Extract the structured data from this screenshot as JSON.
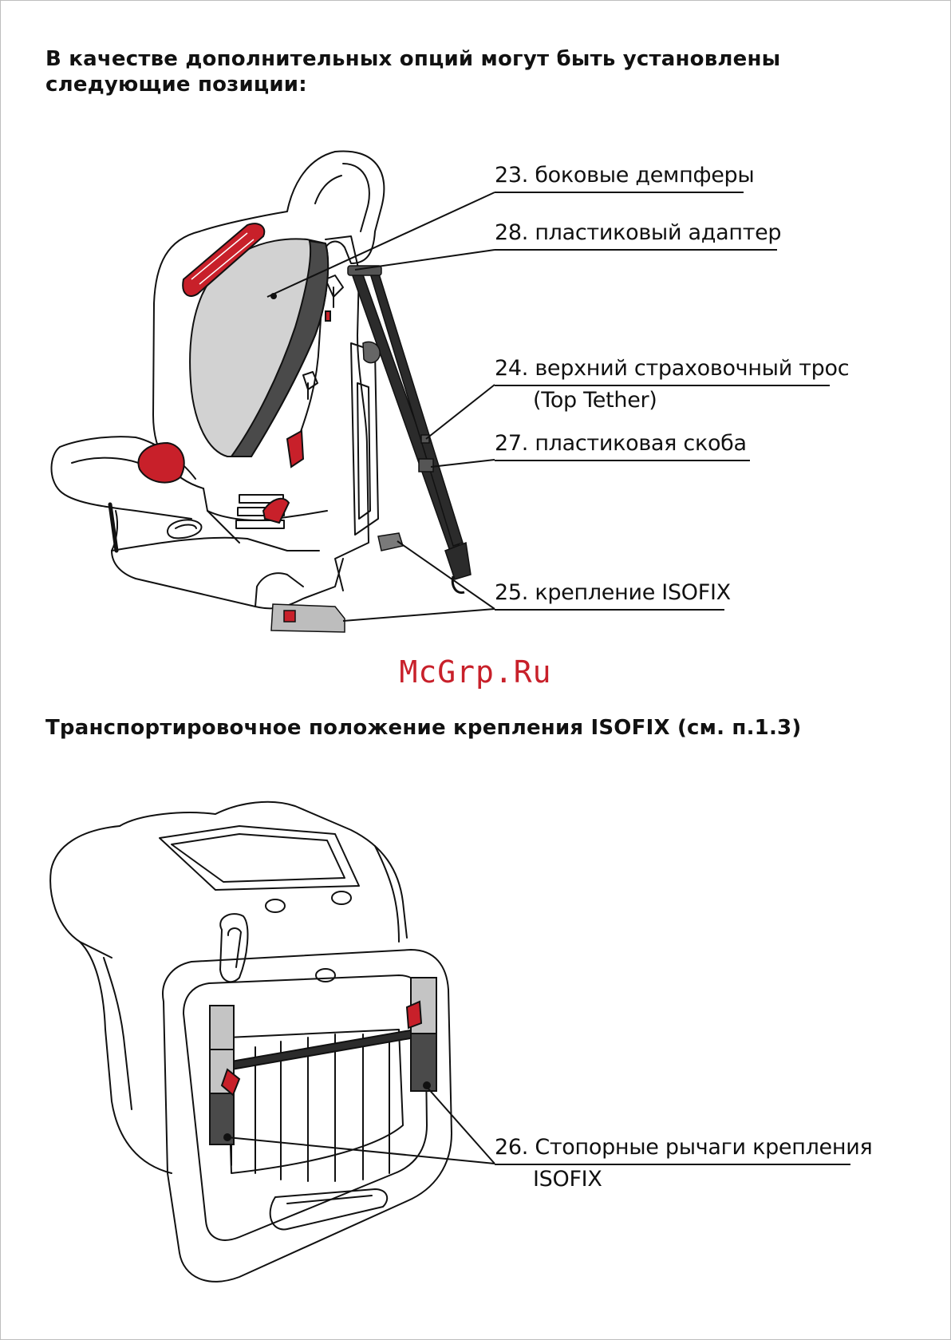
{
  "headings": {
    "options_title": "В качестве дополнительных опций могут быть установлены следующие позиции:",
    "transport_title": "Транспортировочное положение крепления ISOFIX (см. п.1.3)"
  },
  "callouts": {
    "c23": "23. боковые демпферы",
    "c28": "28.  пластиковый  адаптер",
    "c24_line1": "24. верхний страховочный трос",
    "c24_line2": "(Top Tether)",
    "c27": "27.  пластиковая  скоба",
    "c25": "25. крепление ISOFIX",
    "c26_line1": "26. Стопорные рычаги крепления",
    "c26_line2": "ISOFIX"
  },
  "watermark": "McGrp.Ru",
  "colors": {
    "accent_red": "#c8202a",
    "dark_gray": "#4a4a4a",
    "light_gray": "#d2d2d2",
    "outline": "#111111"
  }
}
